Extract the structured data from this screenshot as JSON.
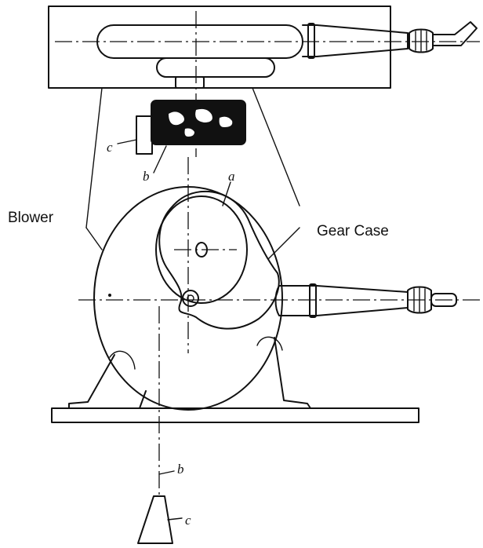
{
  "labels": {
    "blower": "Blower",
    "gear_case": "Gear Case",
    "a": "a",
    "b_top": "b",
    "c_top": "c",
    "b_bottom": "b",
    "c_bottom": "c"
  }
}
